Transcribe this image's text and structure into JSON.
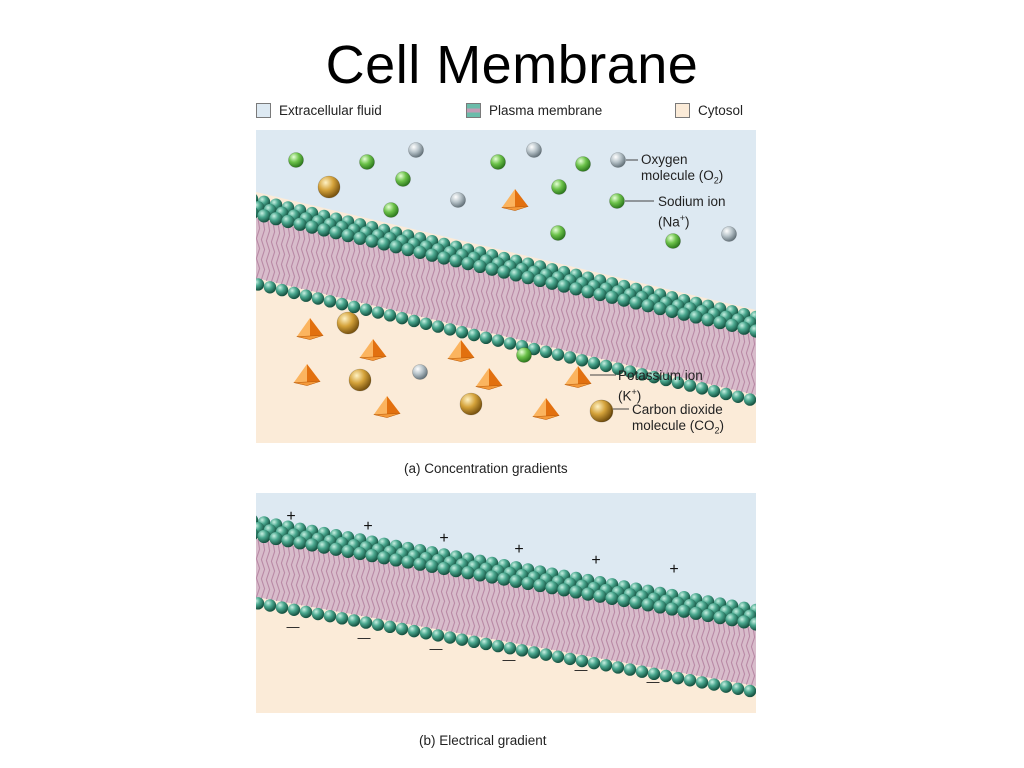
{
  "slide": {
    "title": "Cell Membrane"
  },
  "legend": [
    {
      "label": "Extracellular fluid",
      "color": "#dde9f2"
    },
    {
      "label": "Plasma membrane",
      "color": "#6bbcaa"
    },
    {
      "label": "Cytosol",
      "color": "#fbebd8"
    }
  ],
  "panel_a": {
    "caption": "(a) Concentration gradients",
    "key": {
      "oxygen_line1": "Oxygen",
      "oxygen_line2": "molecule (O",
      "oxygen_sub": "2",
      "oxygen_close": ")",
      "sodium_line1": "Sodium ion",
      "sodium_line2": "(Na",
      "sodium_sup": "+",
      "sodium_close": ")",
      "potassium_line1": "Potassium ion",
      "potassium_line2": "(K",
      "potassium_sup": "+",
      "potassium_close": ")",
      "co2_line1": "Carbon dioxide",
      "co2_line2": "molecule (CO",
      "co2_sub": "2",
      "co2_close": ")"
    }
  },
  "panel_b": {
    "caption": "(b) Electrical gradient",
    "positive_sign": "+",
    "negative_sign": "—"
  },
  "colors": {
    "extracellular": "#dde9f2",
    "cytosol": "#fbebd8",
    "head": "#3f9e86",
    "tail": "#b98aa6",
    "sodium": "#6cc24a",
    "oxygen": "#b7c3c9",
    "potassium": "#f0831f",
    "co2": "#c99a2e"
  }
}
